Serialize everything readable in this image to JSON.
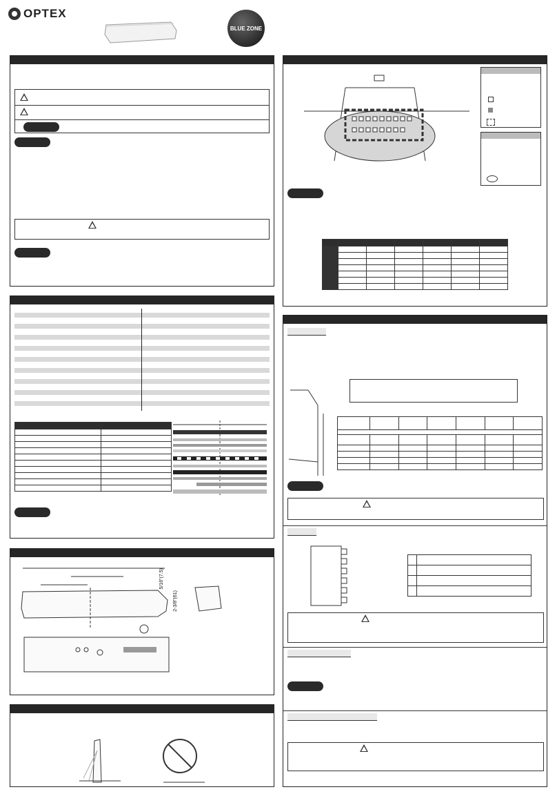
{
  "brand": {
    "name": "OPTEX",
    "badge": "BLUE ZONE"
  },
  "dims": {
    "width": "5/16\"(7.5)",
    "height": "2-3/8\"(61)"
  },
  "colors": {
    "panel_header": "#262626",
    "row_shade": "#d9d9d9",
    "pill": "#2a2a2a"
  },
  "icons": [
    "warning-icon",
    "no-entry-icon",
    "detector-device-icon"
  ]
}
